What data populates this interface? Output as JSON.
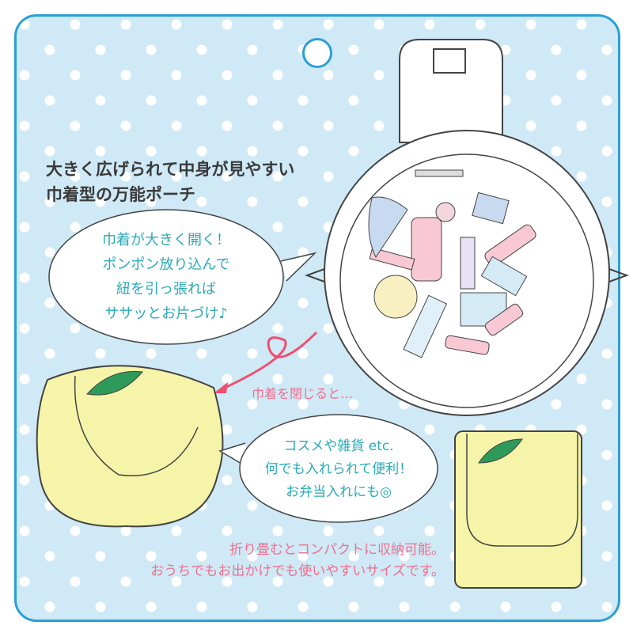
{
  "title": {
    "line1": "大きく広げられて中身が見やすい",
    "line2": "巾着型の万能ポーチ"
  },
  "bubble1": [
    "巾着が大きく開く！",
    "ポンポン放り込んで",
    "紐を引っ張れば",
    "ササッとお片づけ♪"
  ],
  "arrow_caption": "巾着を閉じると…",
  "bubble2": [
    "コスメや雑貨 etc.",
    "何でも入れられて便利！",
    "お弁当入れにも◎"
  ],
  "footer": [
    "折り畳むとコンパクトに収納可能。",
    "おうちでもお出かけでも使いやすいサイズです。"
  ],
  "colors": {
    "border": "#2a9fd6",
    "background": "#cfe9f6",
    "teal_text": "#2aaab8",
    "pink_text": "#ef6f8e",
    "pouch_yellow": "#f6f4a8",
    "leaf": "#2e9a5a"
  }
}
